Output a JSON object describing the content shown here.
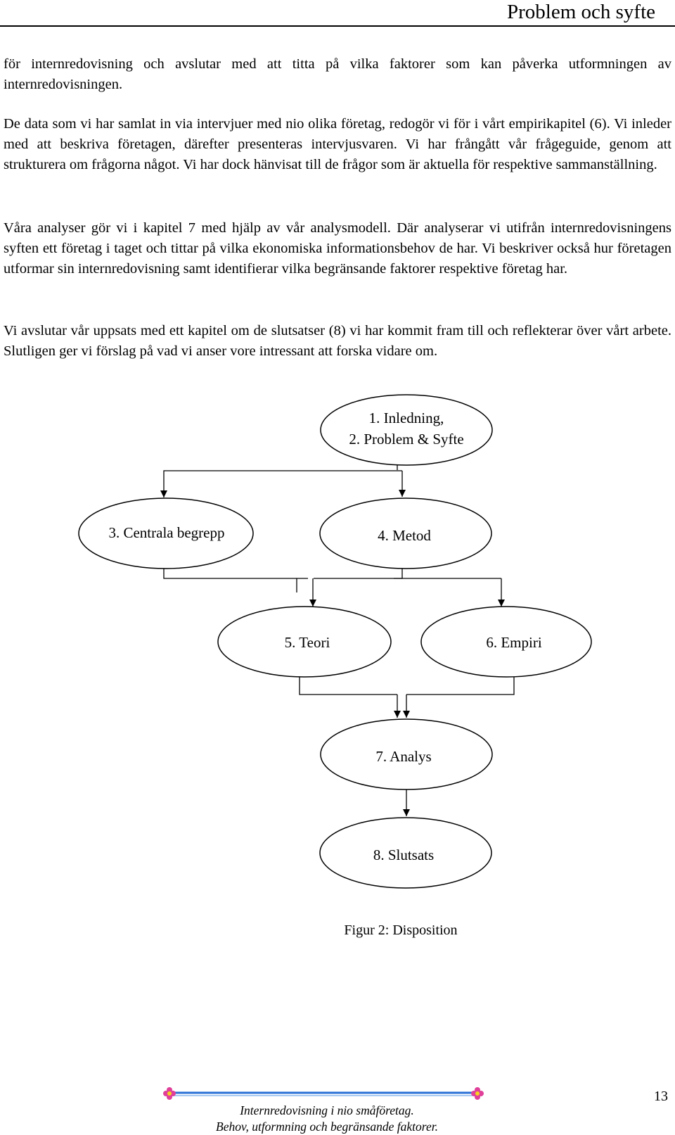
{
  "header": {
    "title": "Problem och syfte"
  },
  "paragraphs": [
    "för internredovisning och avslutar med att titta på vilka faktorer som kan påverka utformningen av internredovisningen.",
    "De data som vi har samlat in via intervjuer med nio olika företag, redogör vi för i vårt empirikapitel (6). Vi inleder med att beskriva företagen, därefter presenteras intervjusvaren. Vi har frångått vår frågeguide, genom att strukturera om frågorna något. Vi har dock hänvisat till de frågor som är aktuella för respektive sammanställning.",
    "Våra analyser gör vi i kapitel 7 med hjälp av vår analysmodell. Där analyserar vi utifrån internredovisningens syften ett företag i taget och tittar på vilka ekonomiska informationsbehov de har. Vi beskriver också hur företagen utformar sin internredovisning samt identifierar vilka begränsande faktorer respektive företag har.",
    "Vi avslutar vår uppsats med ett kapitel om de slutsatser (8) vi har kommit fram till och reflekterar över vårt arbete. Slutligen ger vi förslag på vad vi anser vore intressant att forska vidare om."
  ],
  "diagram": {
    "nodes": {
      "n12_line1": "1. Inledning,",
      "n12_line2": "2. Problem & Syfte",
      "n3": "3. Centrala begrepp",
      "n4": "4. Metod",
      "n5": "5. Teori",
      "n6": "6. Empiri",
      "n7": "7. Analys",
      "n8": "8. Slutsats"
    },
    "caption": "Figur 2: Disposition"
  },
  "footer": {
    "line1": "Internredovisning i nio småföretag.",
    "line2": "Behov, utformning och begränsande faktorer.",
    "page_number": "13",
    "rule_color": "#2a6fd6",
    "flower_color": "#e0409a"
  }
}
